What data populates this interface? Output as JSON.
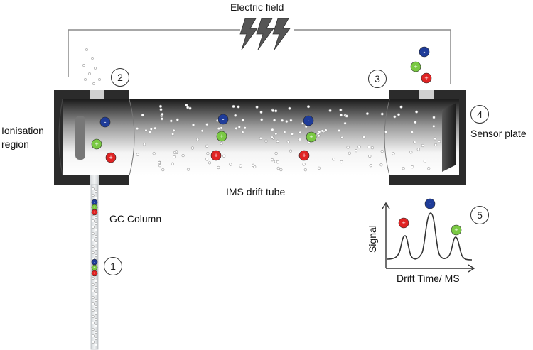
{
  "labels": {
    "electric_field": "Electric field",
    "ionisation_region_line1": "Ionisation",
    "ionisation_region_line2": "region",
    "sensor_plate": "Sensor plate",
    "drift_tube": "IMS drift tube",
    "gc_column": "GC Column",
    "signal_axis": "Signal",
    "drift_time_axis": "Drift Time/ MS"
  },
  "steps": [
    "1",
    "2",
    "3",
    "4",
    "5"
  ],
  "ions": {
    "positive_red": {
      "symbol": "+",
      "color": "#e02424"
    },
    "positive_green": {
      "symbol": "+",
      "color": "#7ac943"
    },
    "negative_blue": {
      "symbol": "-",
      "color": "#1f3c99"
    }
  },
  "colors": {
    "housing": "#2b2b2b",
    "wire": "#8a8a8a",
    "bolt": "#555555"
  }
}
